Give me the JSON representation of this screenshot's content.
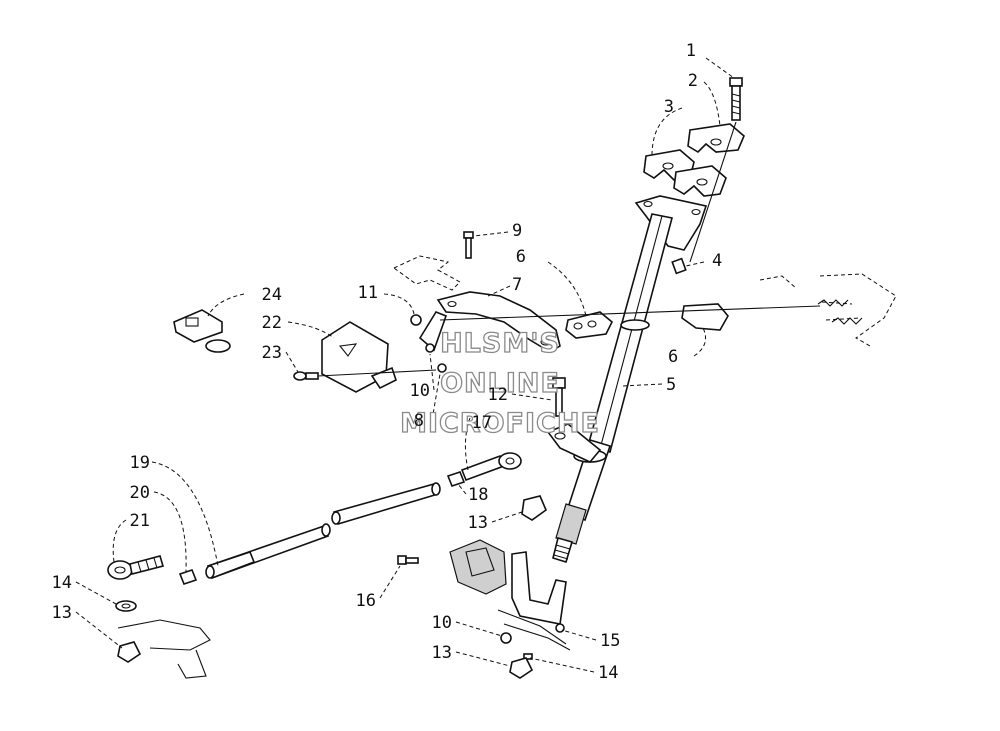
{
  "watermark": {
    "line1": "HLSM'S",
    "line2": "ONLINE",
    "line3": "MICROFICHE"
  },
  "callouts": [
    {
      "id": "c1",
      "text": "1"
    },
    {
      "id": "c2",
      "text": "2"
    },
    {
      "id": "c3",
      "text": "3"
    },
    {
      "id": "c4",
      "text": "4"
    },
    {
      "id": "c5",
      "text": "5"
    },
    {
      "id": "c6a",
      "text": "6"
    },
    {
      "id": "c6b",
      "text": "6"
    },
    {
      "id": "c7",
      "text": "7"
    },
    {
      "id": "c8",
      "text": "8"
    },
    {
      "id": "c9",
      "text": "9"
    },
    {
      "id": "c10a",
      "text": "10"
    },
    {
      "id": "c10b",
      "text": "10"
    },
    {
      "id": "c11",
      "text": "11"
    },
    {
      "id": "c12",
      "text": "12"
    },
    {
      "id": "c13a",
      "text": "13"
    },
    {
      "id": "c13b",
      "text": "13"
    },
    {
      "id": "c13c",
      "text": "13"
    },
    {
      "id": "c14a",
      "text": "14"
    },
    {
      "id": "c14b",
      "text": "14"
    },
    {
      "id": "c15",
      "text": "15"
    },
    {
      "id": "c16",
      "text": "16"
    },
    {
      "id": "c17",
      "text": "17"
    },
    {
      "id": "c18",
      "text": "18"
    },
    {
      "id": "c19",
      "text": "19"
    },
    {
      "id": "c20",
      "text": "20"
    },
    {
      "id": "c21",
      "text": "21"
    },
    {
      "id": "c22",
      "text": "22"
    },
    {
      "id": "c23",
      "text": "23"
    },
    {
      "id": "c24",
      "text": "24"
    }
  ]
}
